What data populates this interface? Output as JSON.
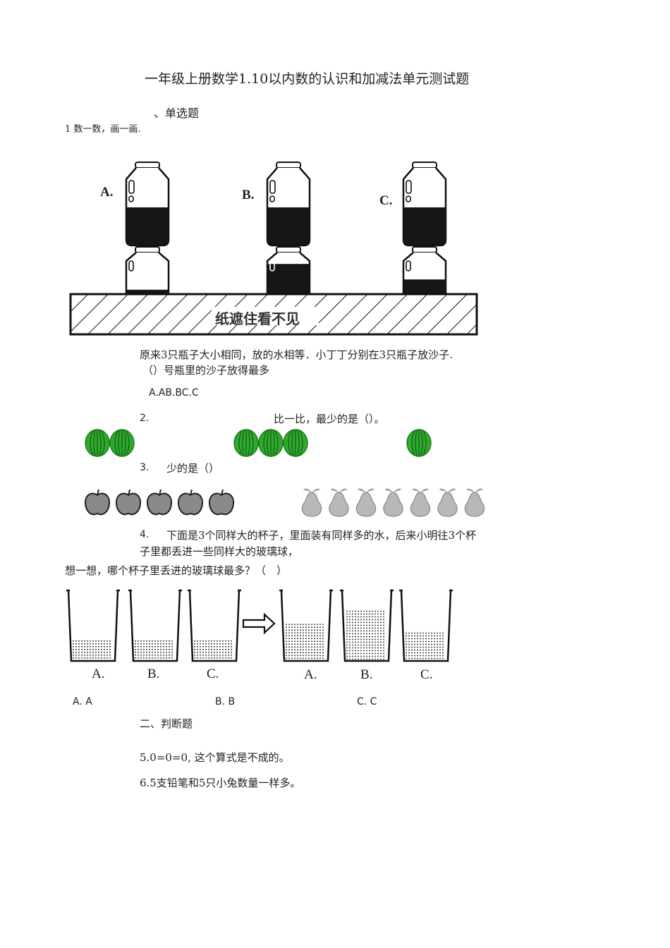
{
  "title": "一年级上册数学1.10以内数的认识和加减法单元测试题",
  "section1": "、单选题",
  "q1": {
    "prompt": "1 数一数，画一画.",
    "option_labels": [
      "A.",
      "B.",
      "C."
    ],
    "cover_text": "纸遮住看不见",
    "text_line1": "原来3只瓶子大小相同，放的水相等．小丁丁分别在3只瓶子放沙子.",
    "text_line2": "（）号瓶里的沙子放得最多",
    "choices": "A.AB.BC.C"
  },
  "q2": {
    "number": "2.",
    "text": "比一比，最少的是（）。",
    "groups": [
      2,
      3,
      1
    ],
    "icon": "watermelon-icon",
    "color": "#2faa2f"
  },
  "q3": {
    "number": "3.",
    "text": "少的是（）",
    "apple_count": 5,
    "pear_count": 7,
    "apple_color": "#8a8a8a",
    "pear_color": "#b8b8b8"
  },
  "q4": {
    "number": "4.",
    "text_line1": "下面是3个同样大的杯子，里面装有同样多的水，后来小明往3个杯",
    "text_line2": "子里都丢进一些同样大的玻璃球，",
    "text_line3": "想一想，哪个杯子里丢进的玻璃球最多？（　）",
    "cup_labels_before": [
      "A.",
      "B.",
      "C."
    ],
    "cup_labels_after": [
      "A.",
      "B.",
      "C."
    ],
    "water_level_before": [
      0.3,
      0.3,
      0.3
    ],
    "water_level_after": [
      0.55,
      0.75,
      0.42
    ],
    "choices": [
      "A. A",
      "B. B",
      "C. C"
    ]
  },
  "section2": "二、判断题",
  "q5": "5.0=0=0, 这个算式是不成的。",
  "q6": "6.5支铅笔和5只小兔数量一样多。"
}
